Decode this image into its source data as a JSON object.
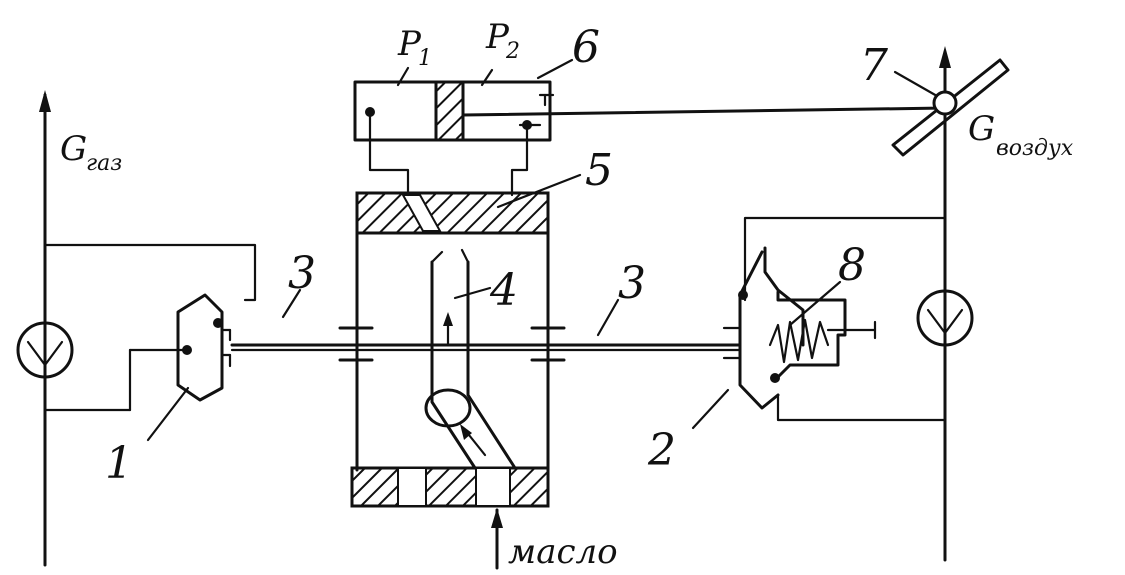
{
  "labels": {
    "p1_base": "P",
    "p1_sub": "1",
    "p2_base": "P",
    "p2_sub": "2",
    "n1": "1",
    "n2": "2",
    "n3_left": "3",
    "n3_right": "3",
    "n4": "4",
    "n5": "5",
    "n6": "6",
    "n7": "7",
    "n8": "8",
    "g_gas_base": "G",
    "g_gas_sub": "газ",
    "g_air_base": "G",
    "g_air_sub": "воздух",
    "oil": "масло"
  }
}
